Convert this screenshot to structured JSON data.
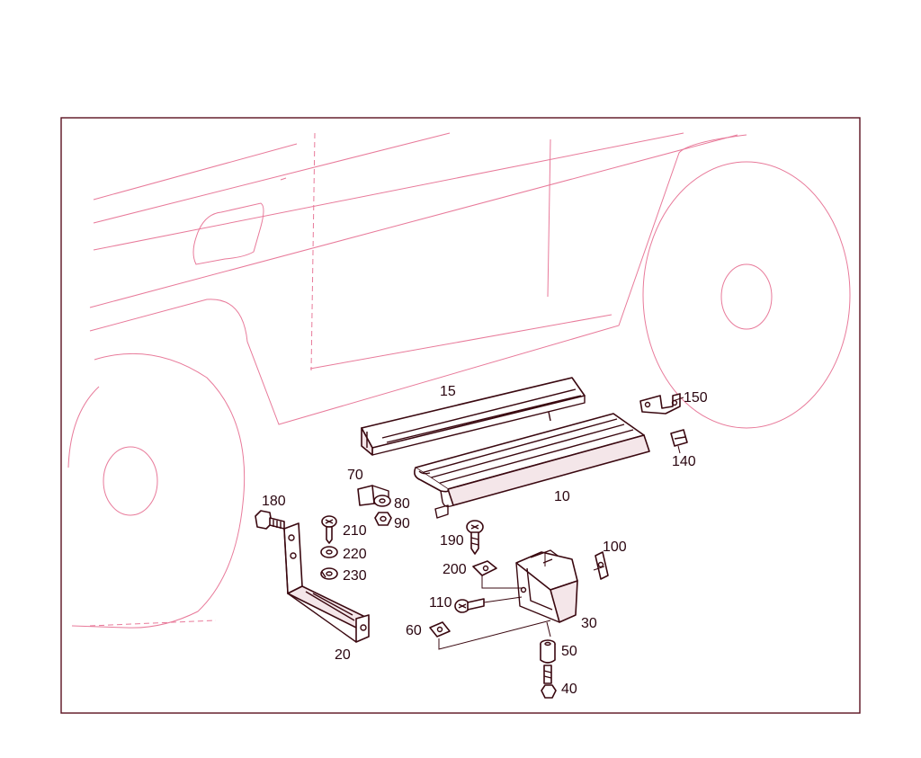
{
  "colors": {
    "frame": "#5a1020",
    "vehicle_outline": "#e87a9a",
    "parts": "#3a0810",
    "part_shading": "#f4e6e9",
    "labels": "#2a0610"
  },
  "callouts": {
    "c10": "10",
    "c15": "15",
    "c20": "20",
    "c30": "30",
    "c40": "40",
    "c50": "50",
    "c60": "60",
    "c70": "70",
    "c80": "80",
    "c90": "90",
    "c100": "100",
    "c110": "110",
    "c140": "140",
    "c150": "150",
    "c180": "180",
    "c190": "190",
    "c200": "200",
    "c210": "210",
    "c220": "220",
    "c230": "230"
  }
}
